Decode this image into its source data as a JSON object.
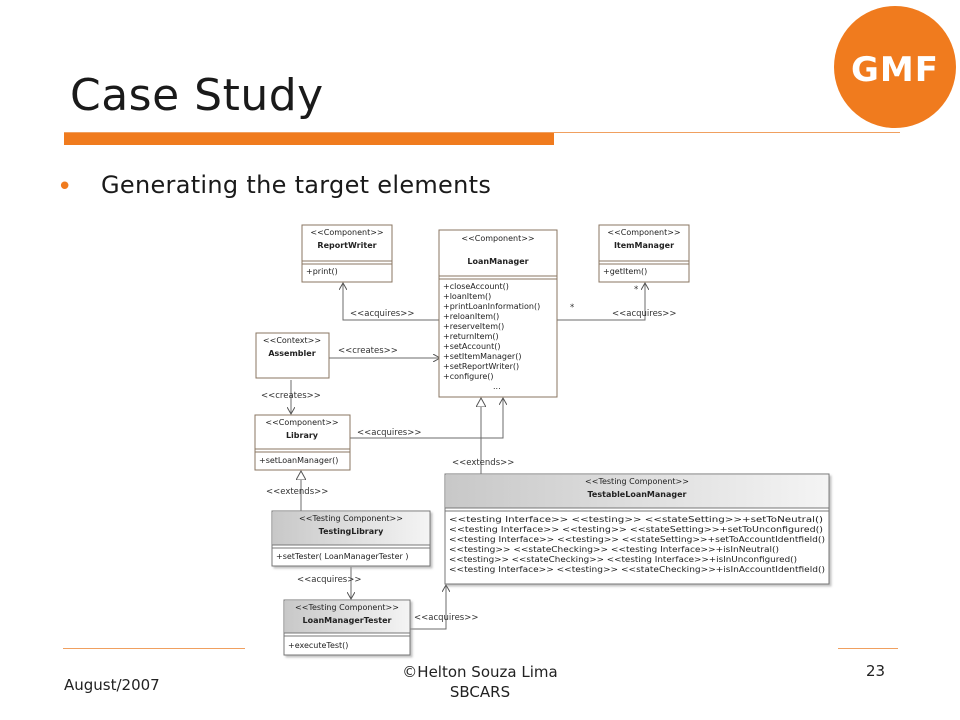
{
  "slide": {
    "title": "Case Study",
    "bullet": "Generating the target elements",
    "logo_text": "GMF",
    "accent_color": "#f07b1e"
  },
  "footer": {
    "date": "August/2007",
    "author": "©Helton Souza Lima",
    "event": "SBCARS",
    "page": "23"
  },
  "diagram": {
    "report_writer": {
      "stereotype": "<<Component>>",
      "name": "ReportWriter",
      "ops": [
        "+print()"
      ]
    },
    "loan_manager": {
      "stereotype": "<<Component>>",
      "name": "LoanManager",
      "ops": [
        "+closeAccount()",
        "+loanItem()",
        "+printLoanInformation()",
        "+reloanItem()",
        "+reserveItem()",
        "+returnItem()",
        "+setAccount()",
        "+setItemManager()",
        "+setReportWriter()",
        "+configure()",
        "..."
      ]
    },
    "item_manager": {
      "stereotype": "<<Component>>",
      "name": "ItemManager",
      "ops": [
        "+getItem()"
      ]
    },
    "assembler": {
      "stereotype": "<<Context>>",
      "name": "Assembler"
    },
    "library": {
      "stereotype": "<<Component>>",
      "name": "Library",
      "ops": [
        "+setLoanManager()"
      ]
    },
    "testing_library": {
      "stereotype": "<<Testing Component>>",
      "name": "TestingLibrary",
      "ops": [
        "+setTester( LoanManagerTester )"
      ]
    },
    "testable_loan_manager": {
      "stereotype": "<<Testing Component>>",
      "name": "TestableLoanManager",
      "ops": [
        "<<testing Interface>> <<testing>> <<stateSetting>>+setToNeutral()",
        "<<testing Interface>> <<testing>> <<stateSetting>>+setToUnconfigured()",
        "<<testing Interface>> <<testing>> <<stateSetting>>+setToAccountIdentfield()",
        "<<testing>> <<stateChecking>> <<testing Interface>>+isInNeutral()",
        "<<testing>> <<stateChecking>> <<testing Interface>>+isInUnconfigured()",
        "<<testing Interface>> <<testing>> <<stateChecking>>+isInAccountIdentfield()"
      ]
    },
    "loan_manager_tester": {
      "stereotype": "<<Testing Component>>",
      "name": "LoanManagerTester",
      "ops": [
        "+executeTest()"
      ]
    },
    "labels": {
      "acquires": "<<acquires>>",
      "creates": "<<creates>>",
      "extends": "<<extends>>",
      "star": "*"
    }
  }
}
